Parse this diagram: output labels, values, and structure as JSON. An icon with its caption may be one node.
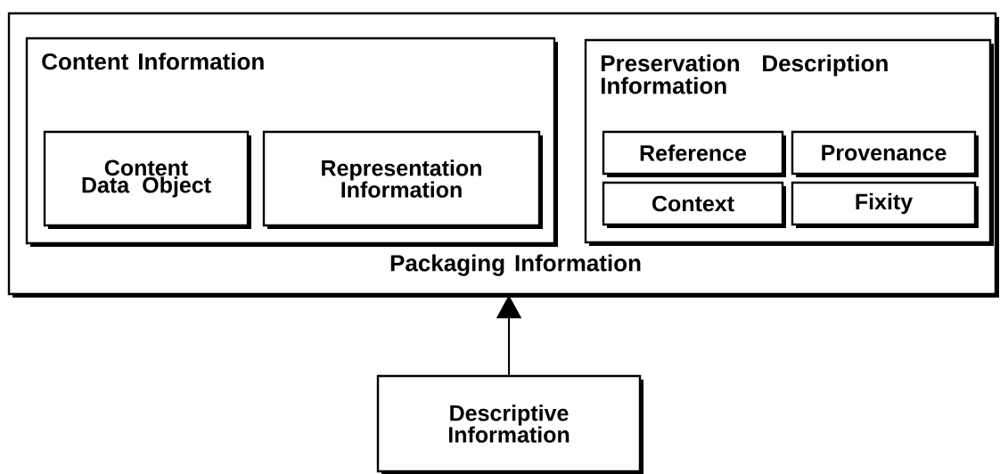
{
  "diagram": {
    "nodes": [
      {
        "text": [
          "Packaging Information"
        ]
      },
      {
        "text": [
          "Content Information"
        ],
        "in": 0
      },
      {
        "text": [
          "Content Data Object"
        ],
        "in": 1
      },
      {
        "text": [
          "Representation Information"
        ],
        "in": 1
      },
      {
        "text": [
          "Preservation Description Information"
        ],
        "in": 0
      },
      {
        "text": [
          "Reference"
        ],
        "in": 4
      },
      {
        "text": [
          "Provenance"
        ],
        "in": 4
      },
      {
        "text": [
          "Context"
        ],
        "in": 4
      },
      {
        "text": [
          "Fixity"
        ],
        "in": 4
      },
      {
        "text": [
          "Descriptive Information"
        ]
      }
    ],
    "edges": [
      {
        "from": 9,
        "to": 0,
        "arrow": "to"
      }
    ]
  }
}
